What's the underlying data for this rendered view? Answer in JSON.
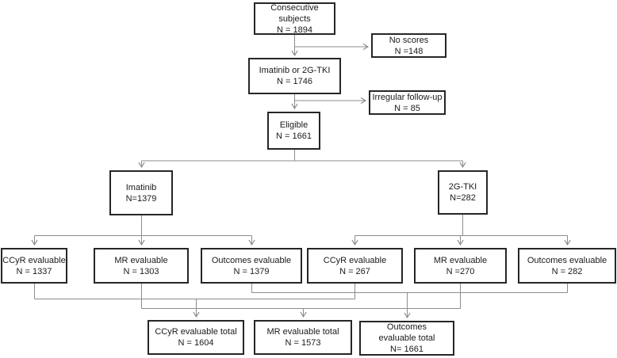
{
  "colors": {
    "background": "#ffffff",
    "line": "#8c8c8c",
    "box_border": "#262626",
    "text": "#1a1a1a"
  },
  "nodes": {
    "consecutive_subjects": {
      "lines": [
        "Consecutive",
        "subjects",
        "N = 1894"
      ]
    },
    "no_scores": {
      "lines": [
        "No scores",
        "N =148"
      ]
    },
    "imatinib_or_2g_tki": {
      "lines": [
        "Imatinib or 2G-TKI",
        "N = 1746"
      ]
    },
    "irregular_follow_up": {
      "lines": [
        "Irregular follow-up",
        "N = 85"
      ]
    },
    "eligible": {
      "lines": [
        "Eligible",
        "N = 1661"
      ]
    },
    "imatinib": {
      "lines": [
        "Imatinib",
        "N=1379"
      ]
    },
    "tki_2g": {
      "lines": [
        "2G-TKI",
        "N=282"
      ]
    },
    "ccyr_imatinib": {
      "lines": [
        "CCyR evaluable",
        "N = 1337"
      ]
    },
    "mr_imatinib": {
      "lines": [
        "MR evaluable",
        "N = 1303"
      ]
    },
    "outcomes_imatinib": {
      "lines": [
        "Outcomes evaluable",
        "N = 1379"
      ]
    },
    "ccyr_2g_tki": {
      "lines": [
        "CCyR evaluable",
        "N = 267"
      ]
    },
    "mr_2g_tki": {
      "lines": [
        "MR evaluable",
        "N =270"
      ]
    },
    "outcomes_2g_tki": {
      "lines": [
        "Outcomes evaluable",
        "N = 282"
      ]
    },
    "ccyr_total": {
      "lines": [
        "CCyR evaluable total",
        "N = 1604"
      ]
    },
    "mr_total": {
      "lines": [
        "MR evaluable total",
        "N = 1573"
      ]
    },
    "outcomes_total": {
      "lines": [
        "Outcomes",
        "evaluable total",
        "N= 1661"
      ]
    }
  }
}
